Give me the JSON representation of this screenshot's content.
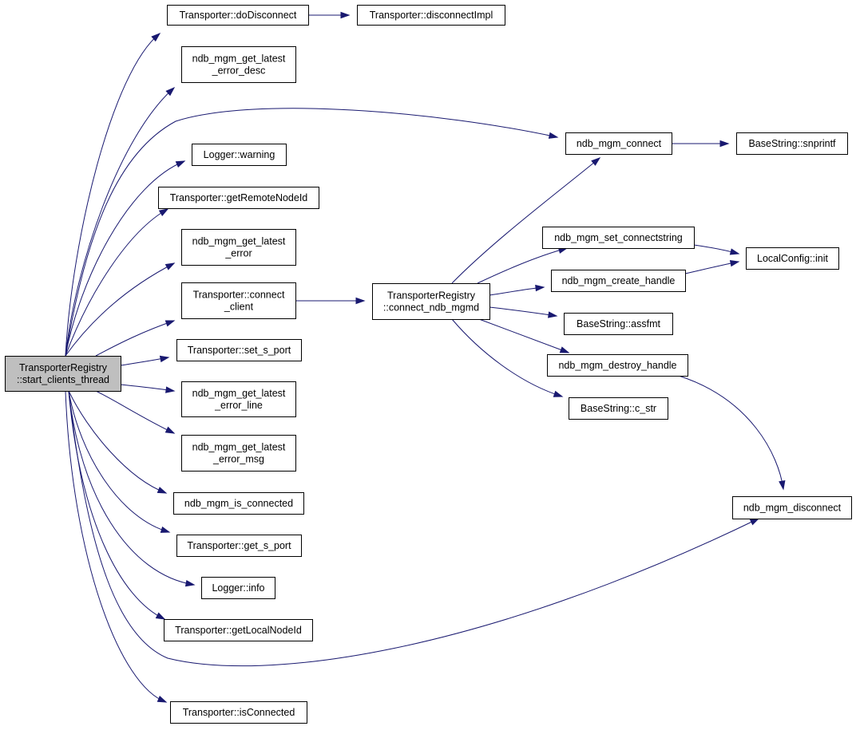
{
  "colors": {
    "edge": "#191970",
    "root_fill": "#bfbfbf",
    "node_fill": "#ffffff",
    "node_stroke": "#000000"
  },
  "nodes": [
    {
      "id": "start_clients_thread",
      "lines": [
        "TransporterRegistry",
        "::start_clients_thread"
      ],
      "root": true
    },
    {
      "id": "doDisconnect",
      "lines": [
        "Transporter::doDisconnect"
      ]
    },
    {
      "id": "disconnectImpl",
      "lines": [
        "Transporter::disconnectImpl"
      ]
    },
    {
      "id": "get_latest_error_desc",
      "lines": [
        "ndb_mgm_get_latest",
        "_error_desc"
      ]
    },
    {
      "id": "ndb_mgm_connect",
      "lines": [
        "ndb_mgm_connect"
      ]
    },
    {
      "id": "snprintf",
      "lines": [
        "BaseString::snprintf"
      ]
    },
    {
      "id": "logger_warning",
      "lines": [
        "Logger::warning"
      ]
    },
    {
      "id": "getRemoteNodeId",
      "lines": [
        "Transporter::getRemoteNodeId"
      ]
    },
    {
      "id": "get_latest_error",
      "lines": [
        "ndb_mgm_get_latest",
        "_error"
      ]
    },
    {
      "id": "set_connectstring",
      "lines": [
        "ndb_mgm_set_connectstring"
      ]
    },
    {
      "id": "localconfig_init",
      "lines": [
        "LocalConfig::init"
      ]
    },
    {
      "id": "connect_client",
      "lines": [
        "Transporter::connect",
        "_client"
      ]
    },
    {
      "id": "connect_ndb_mgmd",
      "lines": [
        "TransporterRegistry",
        "::connect_ndb_mgmd"
      ]
    },
    {
      "id": "create_handle",
      "lines": [
        "ndb_mgm_create_handle"
      ]
    },
    {
      "id": "assfmt",
      "lines": [
        "BaseString::assfmt"
      ]
    },
    {
      "id": "set_s_port",
      "lines": [
        "Transporter::set_s_port"
      ]
    },
    {
      "id": "destroy_handle",
      "lines": [
        "ndb_mgm_destroy_handle"
      ]
    },
    {
      "id": "get_latest_error_line",
      "lines": [
        "ndb_mgm_get_latest",
        "_error_line"
      ]
    },
    {
      "id": "c_str",
      "lines": [
        "BaseString::c_str"
      ]
    },
    {
      "id": "get_latest_error_msg",
      "lines": [
        "ndb_mgm_get_latest",
        "_error_msg"
      ]
    },
    {
      "id": "is_connected",
      "lines": [
        "ndb_mgm_is_connected"
      ]
    },
    {
      "id": "ndb_mgm_disconnect",
      "lines": [
        "ndb_mgm_disconnect"
      ]
    },
    {
      "id": "get_s_port",
      "lines": [
        "Transporter::get_s_port"
      ]
    },
    {
      "id": "logger_info",
      "lines": [
        "Logger::info"
      ]
    },
    {
      "id": "getLocalNodeId",
      "lines": [
        "Transporter::getLocalNodeId"
      ]
    },
    {
      "id": "isConnected",
      "lines": [
        "Transporter::isConnected"
      ]
    }
  ],
  "edges": [
    {
      "from": "start_clients_thread",
      "to": "doDisconnect"
    },
    {
      "from": "start_clients_thread",
      "to": "get_latest_error_desc"
    },
    {
      "from": "start_clients_thread",
      "to": "ndb_mgm_connect"
    },
    {
      "from": "start_clients_thread",
      "to": "logger_warning"
    },
    {
      "from": "start_clients_thread",
      "to": "getRemoteNodeId"
    },
    {
      "from": "start_clients_thread",
      "to": "get_latest_error"
    },
    {
      "from": "start_clients_thread",
      "to": "connect_client"
    },
    {
      "from": "start_clients_thread",
      "to": "set_s_port"
    },
    {
      "from": "start_clients_thread",
      "to": "get_latest_error_line"
    },
    {
      "from": "start_clients_thread",
      "to": "get_latest_error_msg"
    },
    {
      "from": "start_clients_thread",
      "to": "is_connected"
    },
    {
      "from": "start_clients_thread",
      "to": "get_s_port"
    },
    {
      "from": "start_clients_thread",
      "to": "logger_info"
    },
    {
      "from": "start_clients_thread",
      "to": "getLocalNodeId"
    },
    {
      "from": "start_clients_thread",
      "to": "ndb_mgm_disconnect"
    },
    {
      "from": "start_clients_thread",
      "to": "isConnected"
    },
    {
      "from": "doDisconnect",
      "to": "disconnectImpl"
    },
    {
      "from": "ndb_mgm_connect",
      "to": "snprintf"
    },
    {
      "from": "connect_client",
      "to": "connect_ndb_mgmd"
    },
    {
      "from": "connect_ndb_mgmd",
      "to": "ndb_mgm_connect"
    },
    {
      "from": "connect_ndb_mgmd",
      "to": "set_connectstring"
    },
    {
      "from": "connect_ndb_mgmd",
      "to": "create_handle"
    },
    {
      "from": "connect_ndb_mgmd",
      "to": "assfmt"
    },
    {
      "from": "connect_ndb_mgmd",
      "to": "destroy_handle"
    },
    {
      "from": "connect_ndb_mgmd",
      "to": "c_str"
    },
    {
      "from": "set_connectstring",
      "to": "localconfig_init"
    },
    {
      "from": "create_handle",
      "to": "localconfig_init"
    },
    {
      "from": "destroy_handle",
      "to": "ndb_mgm_disconnect"
    }
  ]
}
